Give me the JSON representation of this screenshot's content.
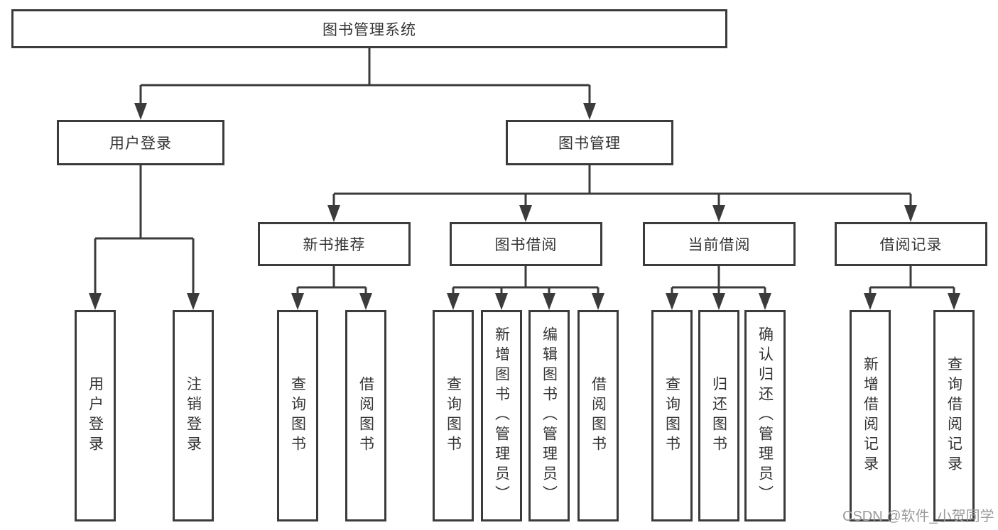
{
  "tree": {
    "root": {
      "label": "图书管理系统",
      "children": [
        {
          "label": "用户登录",
          "children": [
            {
              "label": "用户登录"
            },
            {
              "label": "注销登录"
            }
          ]
        },
        {
          "label": "图书管理",
          "children": [
            {
              "label": "新书推荐",
              "children": [
                {
                  "label": "查询图书"
                },
                {
                  "label": "借阅图书"
                }
              ]
            },
            {
              "label": "图书借阅",
              "children": [
                {
                  "label": "查询图书"
                },
                {
                  "label": "新增图书（管理员）"
                },
                {
                  "label": "编辑图书（管理员）"
                },
                {
                  "label": "借阅图书"
                }
              ]
            },
            {
              "label": "当前借阅",
              "children": [
                {
                  "label": "查询图书"
                },
                {
                  "label": "归还图书"
                },
                {
                  "label": "确认归还（管理员）"
                }
              ]
            },
            {
              "label": "借阅记录",
              "children": [
                {
                  "label": "新增借阅记录"
                },
                {
                  "label": "查询借阅记录"
                }
              ]
            }
          ]
        }
      ]
    }
  },
  "watermark": {
    "text": "CSDN @软件_小贺同学"
  },
  "colors": {
    "line": "#3b3b3b",
    "box_background": "#ffffff",
    "text": "#333333",
    "watermark": "#9b9b9b"
  }
}
